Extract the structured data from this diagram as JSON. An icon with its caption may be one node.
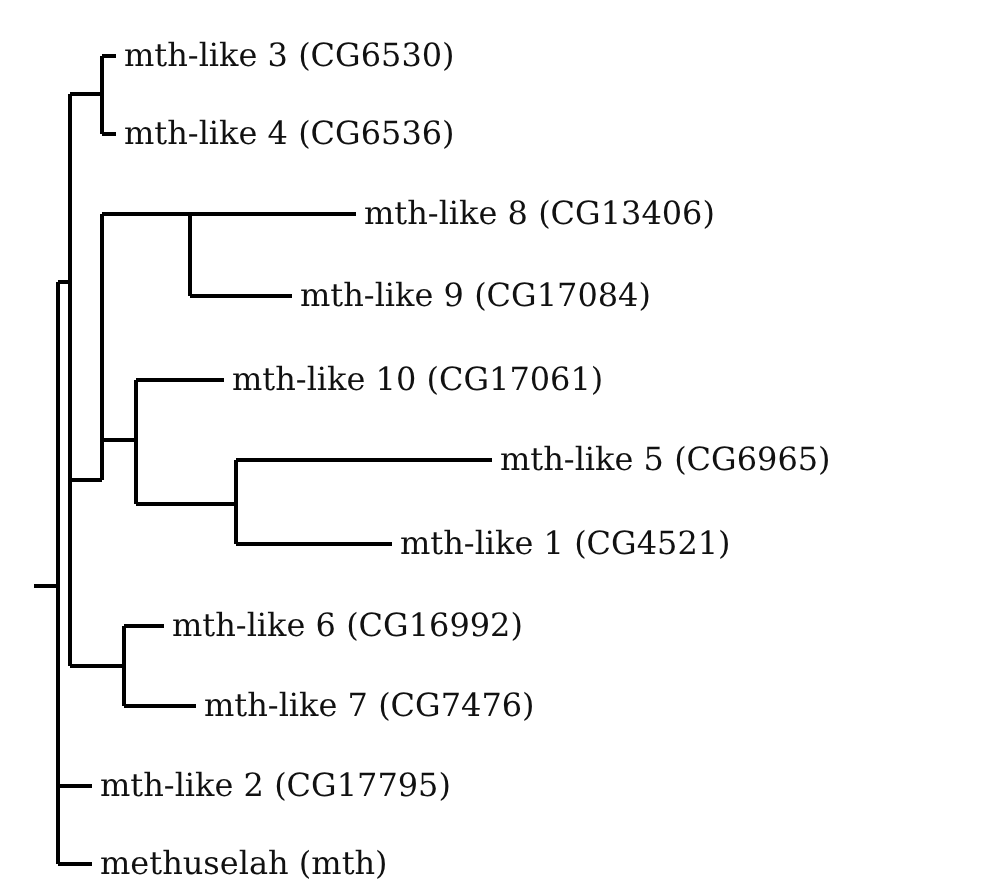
{
  "diagram": {
    "nodes": [
      {
        "text": [
          "mth-like 3 (CG6530)"
        ]
      },
      {
        "text": [
          "mth-like 4 (CG6536)"
        ]
      },
      {
        "text": [
          "mth-like 8 (CG13406)"
        ]
      },
      {
        "text": [
          "mth-like 9 (CG17084)"
        ]
      },
      {
        "text": [
          "mth-like 10 (CG17061)"
        ]
      },
      {
        "text": [
          "mth-like 5 (CG6965)"
        ]
      },
      {
        "text": [
          "mth-like 1 (CG4521)"
        ]
      },
      {
        "text": [
          "mth-like 6 (CG16992)"
        ]
      },
      {
        "text": [
          "mth-like 7 (CG7476)"
        ]
      },
      {
        "text": [
          "mth-like 2 (CG17795)"
        ]
      },
      {
        "text": [
          "methuselah (mth)"
        ]
      },
      {
        "text": [],
        "shape": "bar"
      },
      {
        "text": [],
        "shape": "bar"
      },
      {
        "text": [],
        "shape": "bar"
      },
      {
        "text": [],
        "shape": "bar"
      },
      {
        "text": [],
        "shape": "bar"
      },
      {
        "text": [],
        "shape": "bar"
      },
      {
        "text": [],
        "shape": "bar"
      },
      {
        "text": [],
        "shape": "bar"
      }
    ],
    "edges": [
      {
        "from": null,
        "to": 11,
        "arrow": "none"
      },
      {
        "from": 11,
        "to": 12,
        "arrow": "none"
      },
      {
        "from": 11,
        "to": 9,
        "arrow": "none"
      },
      {
        "from": 11,
        "to": 10,
        "arrow": "none"
      },
      {
        "from": 12,
        "to": 13,
        "arrow": "none"
      },
      {
        "from": 12,
        "to": 14,
        "arrow": "none"
      },
      {
        "from": 12,
        "to": 15,
        "arrow": "none"
      },
      {
        "from": 13,
        "to": 0,
        "arrow": "none"
      },
      {
        "from": 13,
        "to": 1,
        "arrow": "none"
      },
      {
        "from": 14,
        "to": 17,
        "arrow": "none"
      },
      {
        "from": 14,
        "to": 16,
        "arrow": "none"
      },
      {
        "from": 17,
        "to": 2,
        "arrow": "none"
      },
      {
        "from": 17,
        "to": 3,
        "arrow": "none"
      },
      {
        "from": 16,
        "to": 4,
        "arrow": "none"
      },
      {
        "from": 16,
        "to": 18,
        "arrow": "none"
      },
      {
        "from": 18,
        "to": 5,
        "arrow": "none"
      },
      {
        "from": 18,
        "to": 6,
        "arrow": "none"
      },
      {
        "from": 15,
        "to": 7,
        "arrow": "none"
      },
      {
        "from": 15,
        "to": 8,
        "arrow": "none"
      }
    ]
  }
}
